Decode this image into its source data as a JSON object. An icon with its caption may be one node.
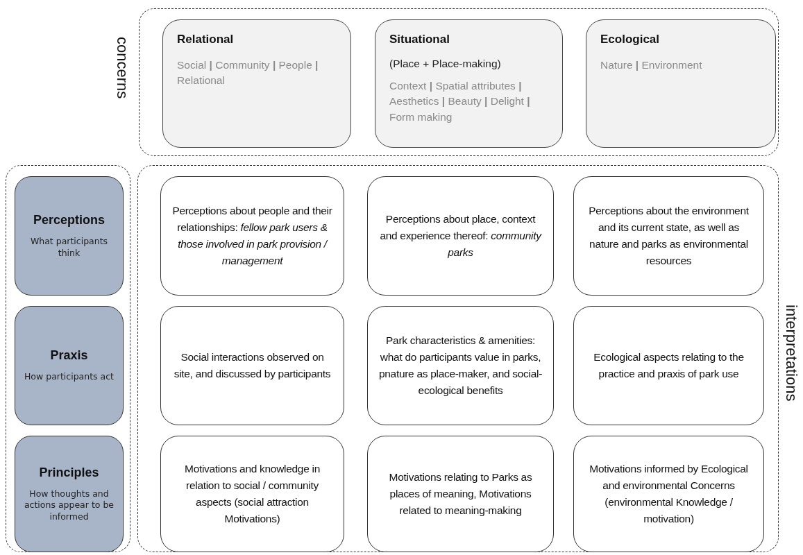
{
  "diagram": {
    "nodes": [
      {
        "text": [
          "concerns"
        ]
      },
      {
        "text": [
          "Relational",
          "Social **|** Community **|** People **|** Relational"
        ],
        "in": 0
      },
      {
        "text": [
          "Situational",
          "(Place + Place-making)",
          "Context **|** Spatial attributes **|** Aesthetics **|** Beauty **|** Delight **|** Form making"
        ],
        "in": 0
      },
      {
        "text": [
          "Ecological",
          "Nature **|** Environment"
        ],
        "in": 0
      },
      {
        "text": [],
        "shape": "box"
      },
      {
        "text": [
          "Perceptions",
          "What participants think"
        ],
        "in": 4
      },
      {
        "text": [
          "Praxis",
          "How participants act"
        ],
        "in": 4
      },
      {
        "text": [
          "Principles",
          "How thoughts and actions appear to be informed"
        ],
        "in": 4
      },
      {
        "text": [
          "interpretations"
        ]
      },
      {
        "text": [
          "Perceptions about people and their relationships: *fellow park users & those involved in park provision / management*"
        ],
        "in": 8
      },
      {
        "text": [
          "Perceptions about place, context and experience thereof: *community parks*"
        ],
        "in": 8
      },
      {
        "text": [
          "Perceptions about the environment and its current state, as well as nature and parks as environmental resources"
        ],
        "in": 8
      },
      {
        "text": [
          "Social interactions observed on site, and discussed by participants"
        ],
        "in": 8
      },
      {
        "text": [
          "Park characteristics & amenities: what do participants value in parks, pnature as place-maker, and social-ecological benefits"
        ],
        "in": 8
      },
      {
        "text": [
          "Ecological aspects relating to the practice and praxis of park use"
        ],
        "in": 8
      },
      {
        "text": [
          "Motivations and knowledge in relation to social / community aspects (social attraction Motivations)"
        ],
        "in": 8
      },
      {
        "text": [
          "Motivations relating to Parks as places of meaning, Motivations related to meaning-making"
        ],
        "in": 8
      },
      {
        "text": [
          "Motivations informed by Ecological and environmental Concerns (environmental Knowledge / motivation)"
        ],
        "in": 8
      }
    ]
  }
}
